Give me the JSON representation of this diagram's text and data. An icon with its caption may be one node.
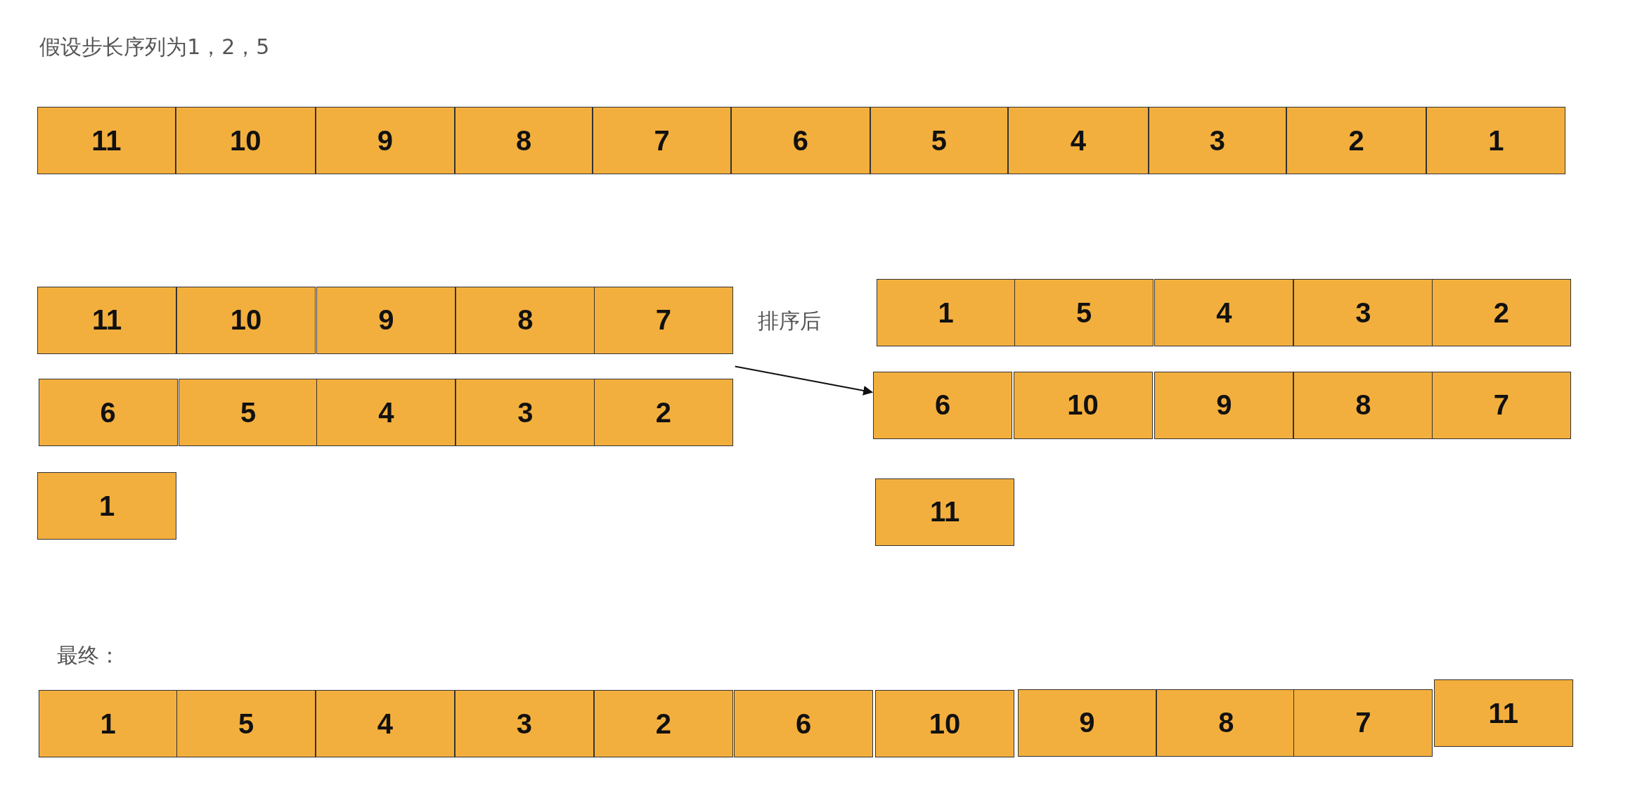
{
  "diagram": {
    "title": "假设步长序列为1，2，5",
    "nodes": [
      {
        "text": [
          "11"
        ]
      },
      {
        "text": [
          "10"
        ]
      },
      {
        "text": [
          "9"
        ]
      },
      {
        "text": [
          "8"
        ]
      },
      {
        "text": [
          "7"
        ]
      },
      {
        "text": [
          "6"
        ]
      },
      {
        "text": [
          "5"
        ]
      },
      {
        "text": [
          "4"
        ]
      },
      {
        "text": [
          "3"
        ]
      },
      {
        "text": [
          "2"
        ]
      },
      {
        "text": [
          "1"
        ]
      },
      {
        "text": [
          "11"
        ]
      },
      {
        "text": [
          "10"
        ]
      },
      {
        "text": [
          "9"
        ]
      },
      {
        "text": [
          "8"
        ]
      },
      {
        "text": [
          "7"
        ]
      },
      {
        "text": [
          "6"
        ]
      },
      {
        "text": [
          "5"
        ]
      },
      {
        "text": [
          "4"
        ]
      },
      {
        "text": [
          "3"
        ]
      },
      {
        "text": [
          "2"
        ]
      },
      {
        "text": [
          "1"
        ]
      },
      {
        "text": [
          "1"
        ]
      },
      {
        "text": [
          "5"
        ]
      },
      {
        "text": [
          "4"
        ]
      },
      {
        "text": [
          "3"
        ]
      },
      {
        "text": [
          "2"
        ]
      },
      {
        "text": [
          "6"
        ]
      },
      {
        "text": [
          "10"
        ]
      },
      {
        "text": [
          "9"
        ]
      },
      {
        "text": [
          "8"
        ]
      },
      {
        "text": [
          "7"
        ]
      },
      {
        "text": [
          "11"
        ]
      },
      {
        "text": [
          "1"
        ]
      },
      {
        "text": [
          "5"
        ]
      },
      {
        "text": [
          "4"
        ]
      },
      {
        "text": [
          "3"
        ]
      },
      {
        "text": [
          "2"
        ]
      },
      {
        "text": [
          "6"
        ]
      },
      {
        "text": [
          "10"
        ]
      },
      {
        "text": [
          "9"
        ]
      },
      {
        "text": [
          "8"
        ]
      },
      {
        "text": [
          "7"
        ]
      },
      {
        "text": [
          "11"
        ]
      }
    ],
    "edges": [
      {
        "from": 15,
        "to": 27,
        "arrow": "to",
        "label": "排序后"
      }
    ],
    "labels": [
      "最终："
    ]
  }
}
